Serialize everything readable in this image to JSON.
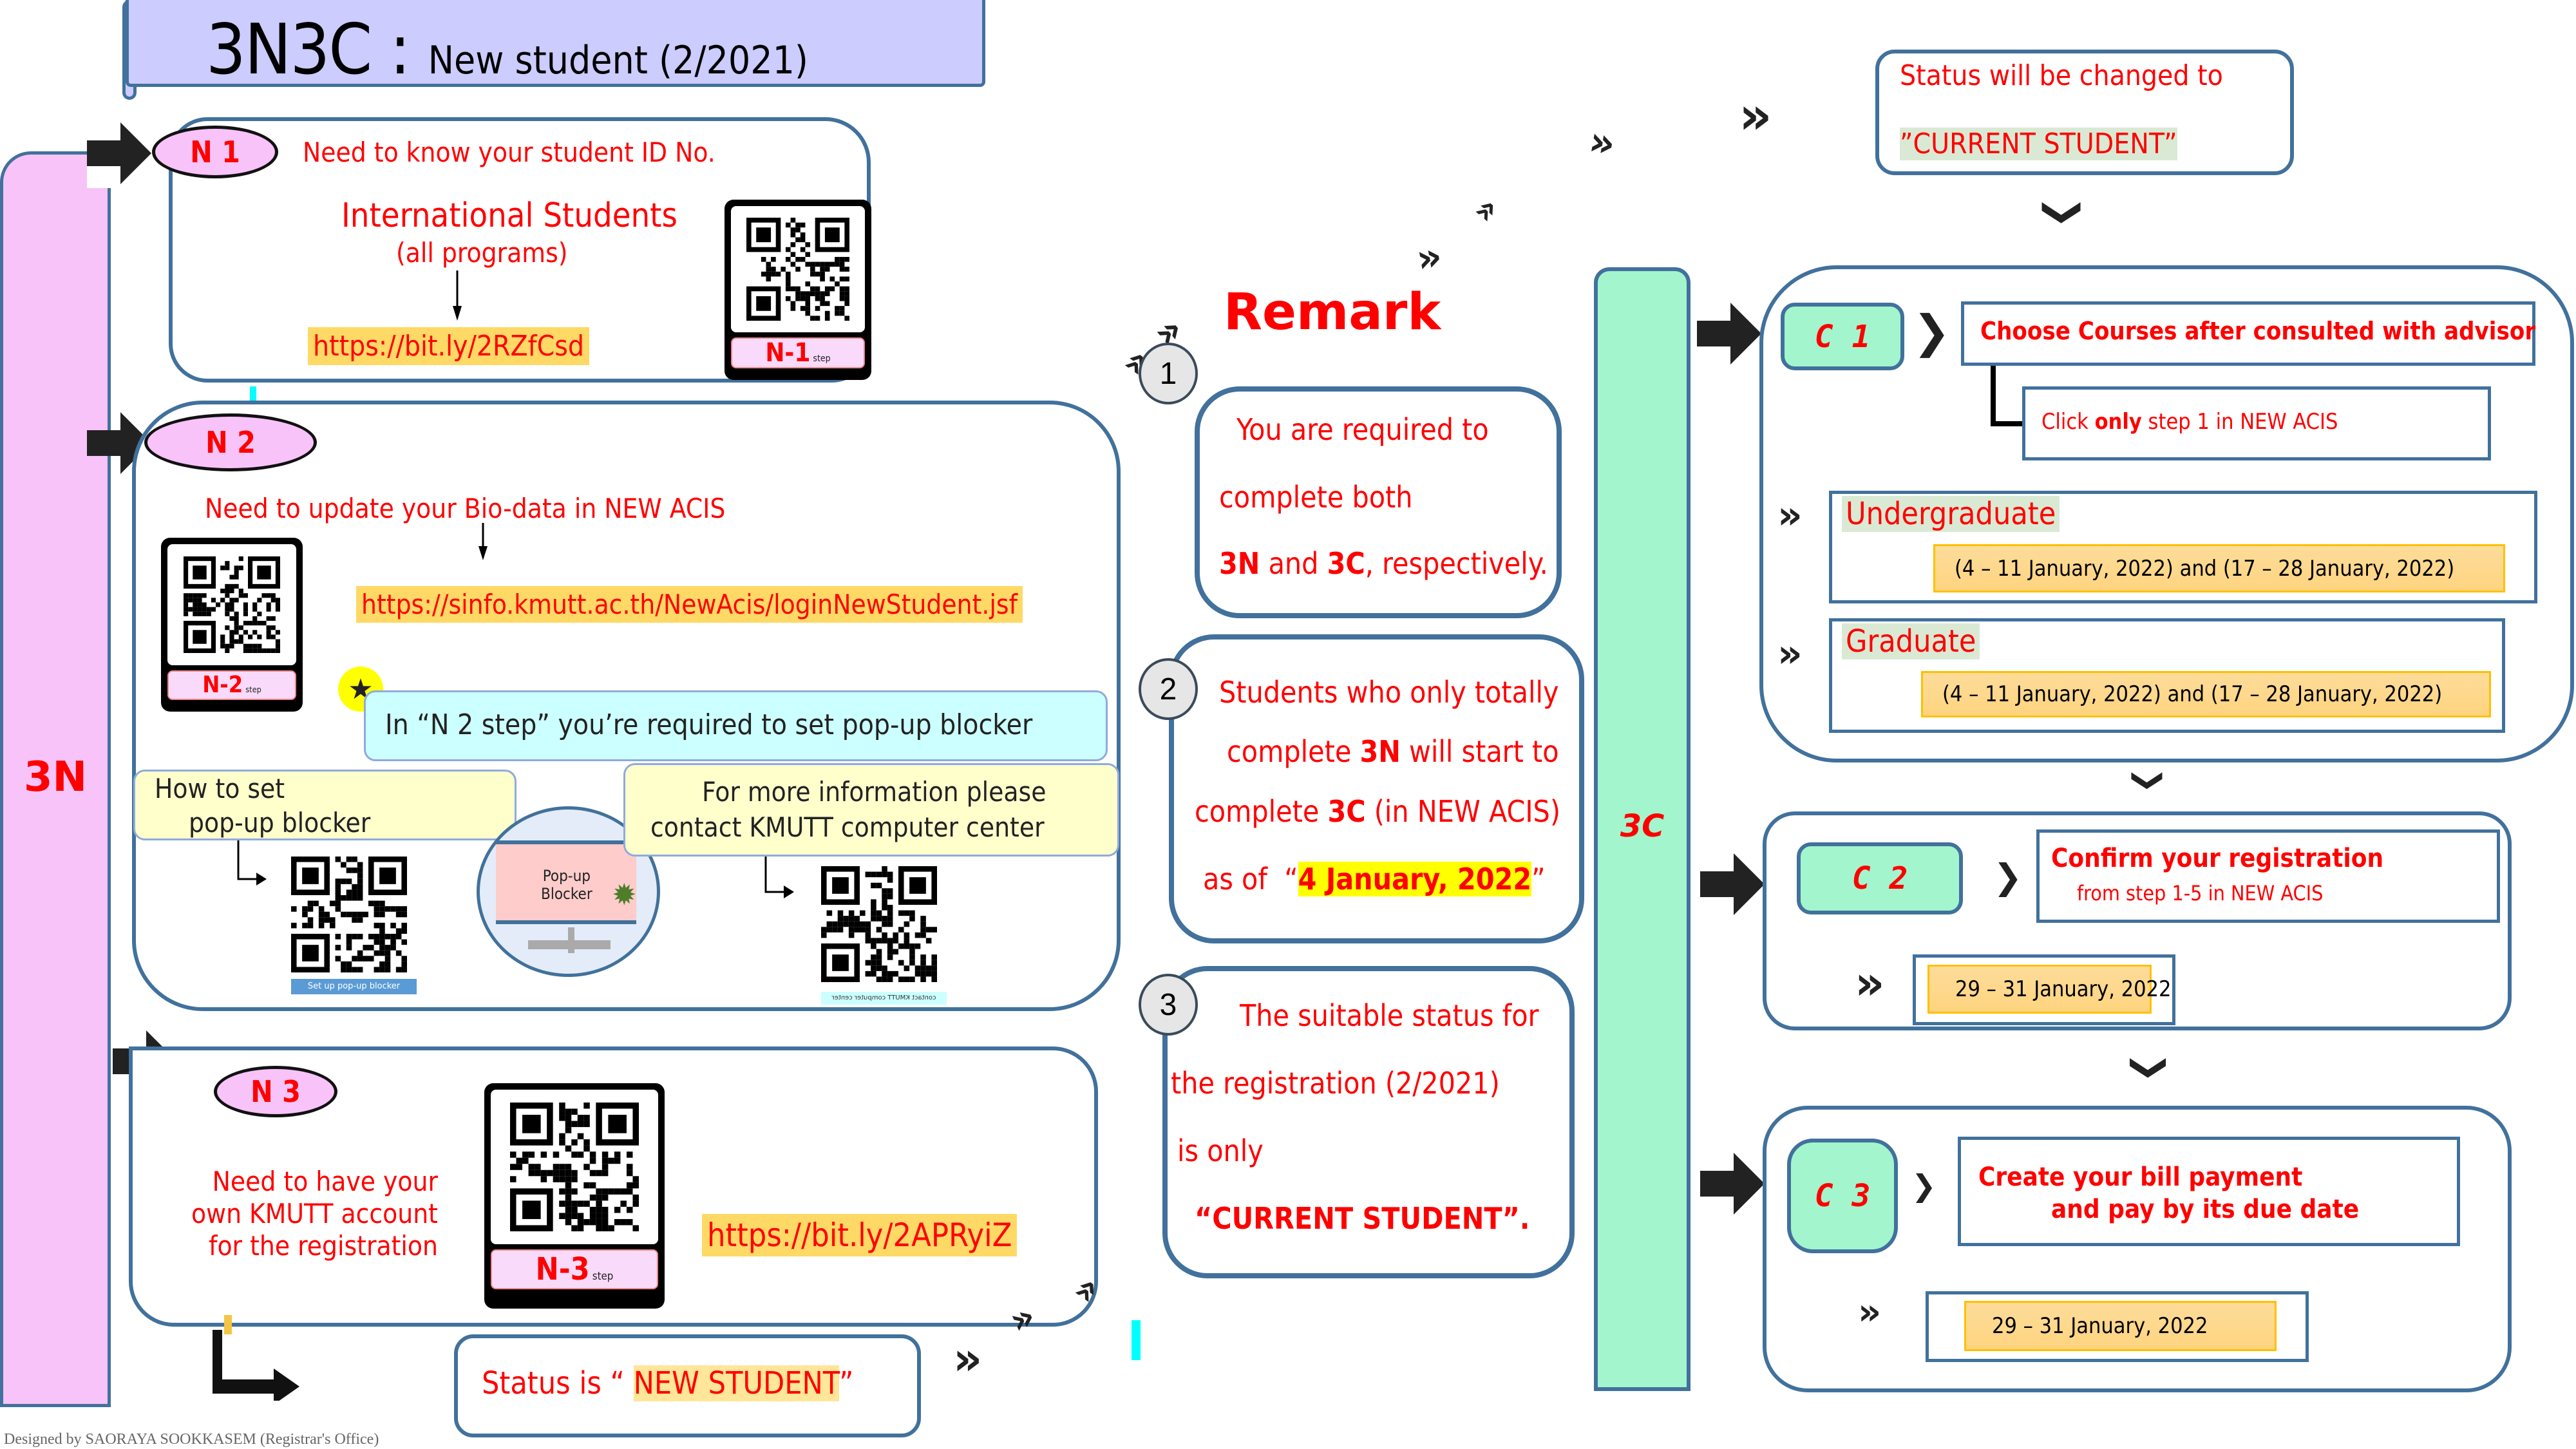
{
  "header": {
    "title_main": "3N3C : ",
    "title_sub": "New student (2/2021)"
  },
  "section_3n": {
    "label": "3N",
    "n1": {
      "badge": "N 1",
      "heading": "Need to know your student ID No.",
      "audience": "International Students",
      "audience_note": "(all programs)",
      "link": "https://bit.ly/2RZfCsd",
      "qr_tag": "N-1",
      "qr_tag_sub": "step"
    },
    "n2": {
      "badge": "N 2",
      "heading": "Need to update your Bio-data in NEW ACIS",
      "link": "https://sinfo.kmutt.ac.th/NewAcis/loginNewStudent.jsf",
      "qr_tag": "N-2",
      "qr_tag_sub": "step",
      "note": "In “N 2 step” you’re required to set pop-up blocker",
      "howto_line1": "How to set",
      "howto_line2": "pop-up blocker",
      "howto_qr_caption": "Set up pop-up blocker",
      "monitor_line1": "Pop-up",
      "monitor_line2": "Blocker",
      "contact_line1": "For more information please",
      "contact_line2": "contact KMUTT computer center",
      "contact_qr_caption": "contact KMUTT computer center"
    },
    "n3": {
      "badge": "N 3",
      "line1": "Need to have your",
      "line2": "own KMUTT account",
      "line3": "for the registration",
      "link": "https://bit.ly/2APRyiZ",
      "qr_tag": "N-3",
      "qr_tag_sub": "step"
    },
    "status": {
      "prefix": "Status is “ ",
      "value": "NEW STUDENT",
      "suffix": "”"
    }
  },
  "remark": {
    "title": "Remark",
    "items": [
      {
        "number": "1",
        "lines": [
          "You are required to",
          "complete both",
          "3N and 3C, respectively."
        ]
      },
      {
        "number": "2",
        "lines": [
          "Students who only totally",
          "complete 3N will start to",
          "complete 3C (in NEW ACIS)",
          "as of “4 January, 2022”"
        ],
        "highlight": "4 January, 2022"
      },
      {
        "number": "3",
        "lines": [
          "The suitable status for",
          "the  registration (2/2021)",
          "is only",
          "“CURRENT   STUDENT”."
        ]
      }
    ]
  },
  "section_3c": {
    "label": "3C",
    "status_change": {
      "line1": "Status will be changed to",
      "value": "”CURRENT STUDENT”"
    },
    "c1": {
      "badge": "C 1",
      "title": "Choose Courses after consulted with advisor",
      "sub_prefix": "Click ",
      "sub_bold": "only",
      "sub_suffix": " step 1 in NEW  ACIS",
      "levels": [
        {
          "name": "Undergraduate",
          "dates": "(4 – 11 January, 2022) and (17 – 28 January, 2022)"
        },
        {
          "name": "Graduate",
          "dates": "(4 – 11 January, 2022) and (17 – 28 January, 2022)"
        }
      ]
    },
    "c2": {
      "badge": "C 2",
      "title": "Confirm your registration",
      "subtitle": "from step 1-5 in NEW ACIS",
      "dates": "29 – 31 January, 2022"
    },
    "c3": {
      "badge": "C 3",
      "title_line1": "Create your bill payment",
      "title_line2": "and pay by its due date",
      "dates": "29 – 31 January, 2022"
    }
  },
  "footer": {
    "credit": "Designed by SAORAYA  SOOKKASEM (Registrar's Office)"
  },
  "colors": {
    "banner": "#ccccff",
    "section_3n": "#f8c3f8",
    "section_3c": "#a3f5cd",
    "border": "#41719c",
    "text_accent": "#ff0000",
    "link_highlight": "#ffd966",
    "date_highlight": "#fed47f",
    "remark_highlight": "#ffff00"
  }
}
